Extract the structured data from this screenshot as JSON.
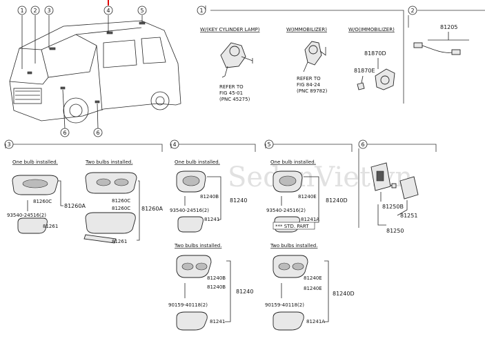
{
  "callouts": {
    "c1": "1",
    "c2": "2",
    "c3": "3",
    "c4": "4",
    "c5": "5",
    "c6a": "6",
    "c6b": "6"
  },
  "sec1": {
    "num": "1",
    "h1": "W/(KEY CYLINDER LAMP)",
    "h2": "W(IMMOBILIZER)",
    "h3": "W/O(IMMOBILIZER)",
    "ref1a": "REFER TO",
    "ref1b": "FIG 45-01",
    "ref1c": "(PNC 45275)",
    "ref2a": "REFER TO",
    "ref2b": "FIG 84-24",
    "ref2c": "(PNC 89782)",
    "p1": "81870D",
    "p2": "81870E"
  },
  "sec2": {
    "num": "2",
    "p1": "81205"
  },
  "sec3": {
    "num": "3",
    "h1": "One bulb installed.",
    "h2": "Two bulbs installed.",
    "a1": "81260C",
    "a2": "93540-24516(2)",
    "a3": "81261",
    "a4": "81260A",
    "b1": "81260C",
    "b2": "81260C",
    "b3": "81260A",
    "b4": "81261"
  },
  "sec4": {
    "num": "4",
    "h1": "One bulb installed.",
    "a1": "81240B",
    "a2": "93540-24516(2)",
    "a3": "81240",
    "a4": "81241",
    "h2": "Two bulbs installed.",
    "b1": "81240B",
    "b2": "81240B",
    "b3": "81240",
    "b4": "90159-40118(2)",
    "b5": "81241"
  },
  "sec5": {
    "num": "5",
    "h1": "One bulb installed.",
    "a1": "81240E",
    "a2": "93540-24516(2)",
    "a3": "81240D",
    "a4": "81241A",
    "std": "*** STD. PART",
    "h2": "Two bulbs installed.",
    "b1": "81240E",
    "b2": "81240E",
    "b3": "81240D",
    "b4": "90159-40118(2)",
    "b5": "81241A"
  },
  "sec6": {
    "num": "6",
    "a1": "81250B",
    "a2": "81251",
    "a3": "81250"
  },
  "watermark": "SedanViet.vn"
}
